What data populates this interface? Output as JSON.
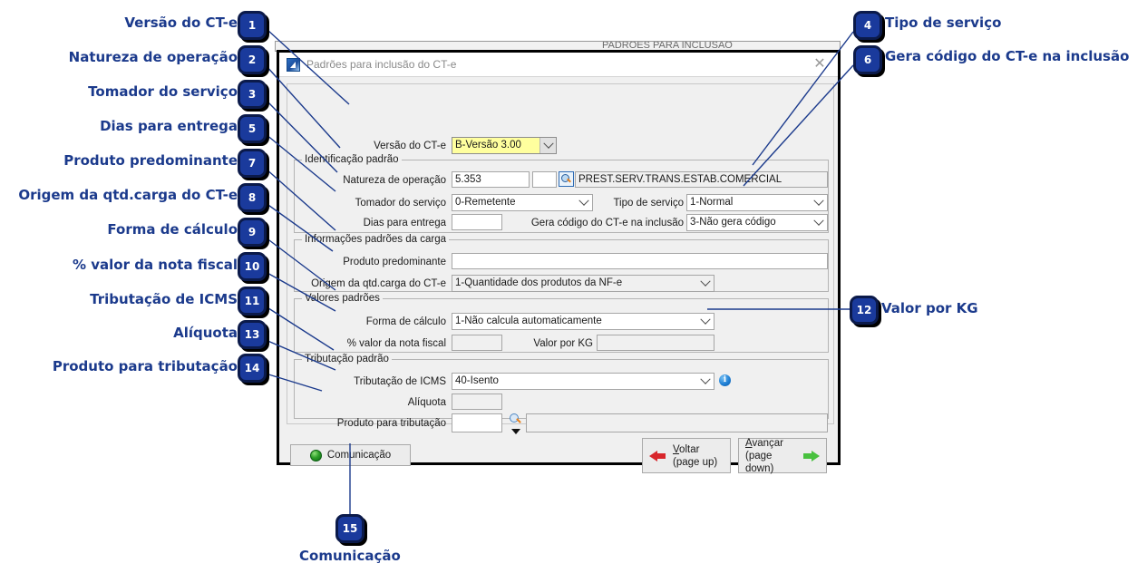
{
  "background_window": {
    "text": "PADRÕES PARA INCLUSÃO"
  },
  "dialog": {
    "title": "Padrões para inclusão do CT-e",
    "title_icon": "app-icon",
    "close_icon": "close-icon",
    "version_row": {
      "label": "Versão do CT-e",
      "value": "B-Versão 3.00"
    },
    "groups": {
      "identificacao": {
        "title": "Identificação padrão",
        "natureza": {
          "label": "Natureza de operação",
          "code": "5.353",
          "extra": "",
          "search_icon": "search-icon",
          "description": "PREST.SERV.TRANS.ESTAB.COMERCIAL"
        },
        "tomador": {
          "label": "Tomador do serviço",
          "value": "0-Remetente"
        },
        "tipo_servico": {
          "label": "Tipo de serviço",
          "value": "1-Normal"
        },
        "dias_entrega": {
          "label": "Dias para entrega",
          "value": ""
        },
        "gera_codigo": {
          "label": "Gera código do CT-e na inclusão",
          "value": "3-Não gera código"
        }
      },
      "carga": {
        "title": "Informações padrões da carga",
        "produto_predominante": {
          "label": "Produto predominante",
          "value": ""
        },
        "origem_qtd": {
          "label": "Origem da qtd.carga do CT-e",
          "value": "1-Quantidade dos produtos da NF-e"
        }
      },
      "valores": {
        "title": "Valores padrões",
        "forma_calculo": {
          "label": "Forma de cálculo",
          "value": "1-Não calcula automaticamente"
        },
        "pct_nota_fiscal": {
          "label": "% valor da nota fiscal",
          "value": ""
        },
        "valor_kg": {
          "label": "Valor por KG",
          "value": ""
        }
      },
      "tributacao": {
        "title": "Tributação padrão",
        "tributacao_icms": {
          "label": "Tributação de ICMS",
          "value": "40-Isento",
          "info_icon": "info-icon",
          "info_glyph": "i"
        },
        "aliquota": {
          "label": "Alíquota",
          "value": ""
        },
        "produto_tributacao": {
          "label": "Produto para tributação",
          "value": "",
          "search_icon": "search-icon",
          "dropdown_icon": "caret-down-icon",
          "description": ""
        }
      }
    },
    "buttons": {
      "comunicacao": {
        "label": "Comunicação",
        "icon": "globe-icon"
      },
      "voltar": {
        "accel": "V",
        "rest": "oltar",
        "hint": "(page up)",
        "icon": "arrow-left-icon"
      },
      "avancar": {
        "accel": "A",
        "rest": "vançar",
        "hint": "(page down)",
        "icon": "arrow-right-icon"
      }
    }
  },
  "annotations": {
    "accent_color": "#1b3a8c",
    "badge_fill": "#1a3a9c",
    "badge_border": "#0b1a4a",
    "items": [
      {
        "num": "1",
        "label": "Versão do CT-e",
        "side": "left"
      },
      {
        "num": "2",
        "label": "Natureza de operação",
        "side": "left"
      },
      {
        "num": "3",
        "label": "Tomador do serviço",
        "side": "left"
      },
      {
        "num": "4",
        "label": "Tipo de serviço",
        "side": "right"
      },
      {
        "num": "5",
        "label": "Dias para entrega",
        "side": "left"
      },
      {
        "num": "6",
        "label": "Gera código do CT-e na inclusão",
        "side": "right"
      },
      {
        "num": "7",
        "label": "Produto predominante",
        "side": "left"
      },
      {
        "num": "8",
        "label": "Origem da qtd.carga do CT-e",
        "side": "left"
      },
      {
        "num": "9",
        "label": "Forma de cálculo",
        "side": "left"
      },
      {
        "num": "10",
        "label": "% valor da nota fiscal",
        "side": "left"
      },
      {
        "num": "11",
        "label": "Tributação de ICMS",
        "side": "left"
      },
      {
        "num": "12",
        "label": "Valor por KG",
        "side": "right"
      },
      {
        "num": "13",
        "label": "Alíquota",
        "side": "left"
      },
      {
        "num": "14",
        "label": "Produto para tributação",
        "side": "left"
      },
      {
        "num": "15",
        "label": "Comunicação",
        "side": "bottom"
      }
    ]
  }
}
